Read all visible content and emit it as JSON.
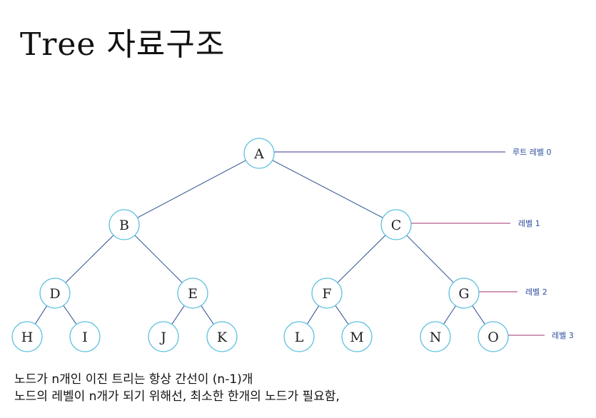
{
  "title": "Tree 자료구조",
  "tree": {
    "nodes": [
      {
        "id": "A",
        "label": "A"
      },
      {
        "id": "B",
        "label": "B"
      },
      {
        "id": "C",
        "label": "C"
      },
      {
        "id": "D",
        "label": "D"
      },
      {
        "id": "E",
        "label": "E"
      },
      {
        "id": "F",
        "label": "F"
      },
      {
        "id": "G",
        "label": "G"
      },
      {
        "id": "H",
        "label": "H"
      },
      {
        "id": "I",
        "label": "I"
      },
      {
        "id": "J",
        "label": "J"
      },
      {
        "id": "K",
        "label": "K"
      },
      {
        "id": "L",
        "label": "L"
      },
      {
        "id": "M",
        "label": "M"
      },
      {
        "id": "N",
        "label": "N"
      },
      {
        "id": "O",
        "label": "O"
      }
    ],
    "edges": [
      [
        "A",
        "B"
      ],
      [
        "A",
        "C"
      ],
      [
        "B",
        "D"
      ],
      [
        "B",
        "E"
      ],
      [
        "C",
        "F"
      ],
      [
        "C",
        "G"
      ],
      [
        "D",
        "H"
      ],
      [
        "D",
        "I"
      ],
      [
        "E",
        "J"
      ],
      [
        "E",
        "K"
      ],
      [
        "F",
        "L"
      ],
      [
        "F",
        "M"
      ],
      [
        "G",
        "N"
      ],
      [
        "G",
        "O"
      ]
    ],
    "levels": [
      {
        "label": "루트 레벨 0",
        "from": "A"
      },
      {
        "label": "레벨 1",
        "from": "C"
      },
      {
        "label": "레벨 2",
        "from": "G"
      },
      {
        "label": "레벨 3",
        "from": "O"
      }
    ]
  },
  "notes": [
    "노드가 n개인 이진 트리는 항상 간선이 (n-1)개",
    "노드의 레벨이 n개가 되기 위해선, 최소한 한개의 노드가 필요함,"
  ],
  "colors": {
    "edge": "#2f4f8f",
    "node_border": "#5bc0de",
    "level_line_0": "#3a3a8c",
    "level_line_other": "#a0306a",
    "level_text": "#2f4fa0"
  }
}
